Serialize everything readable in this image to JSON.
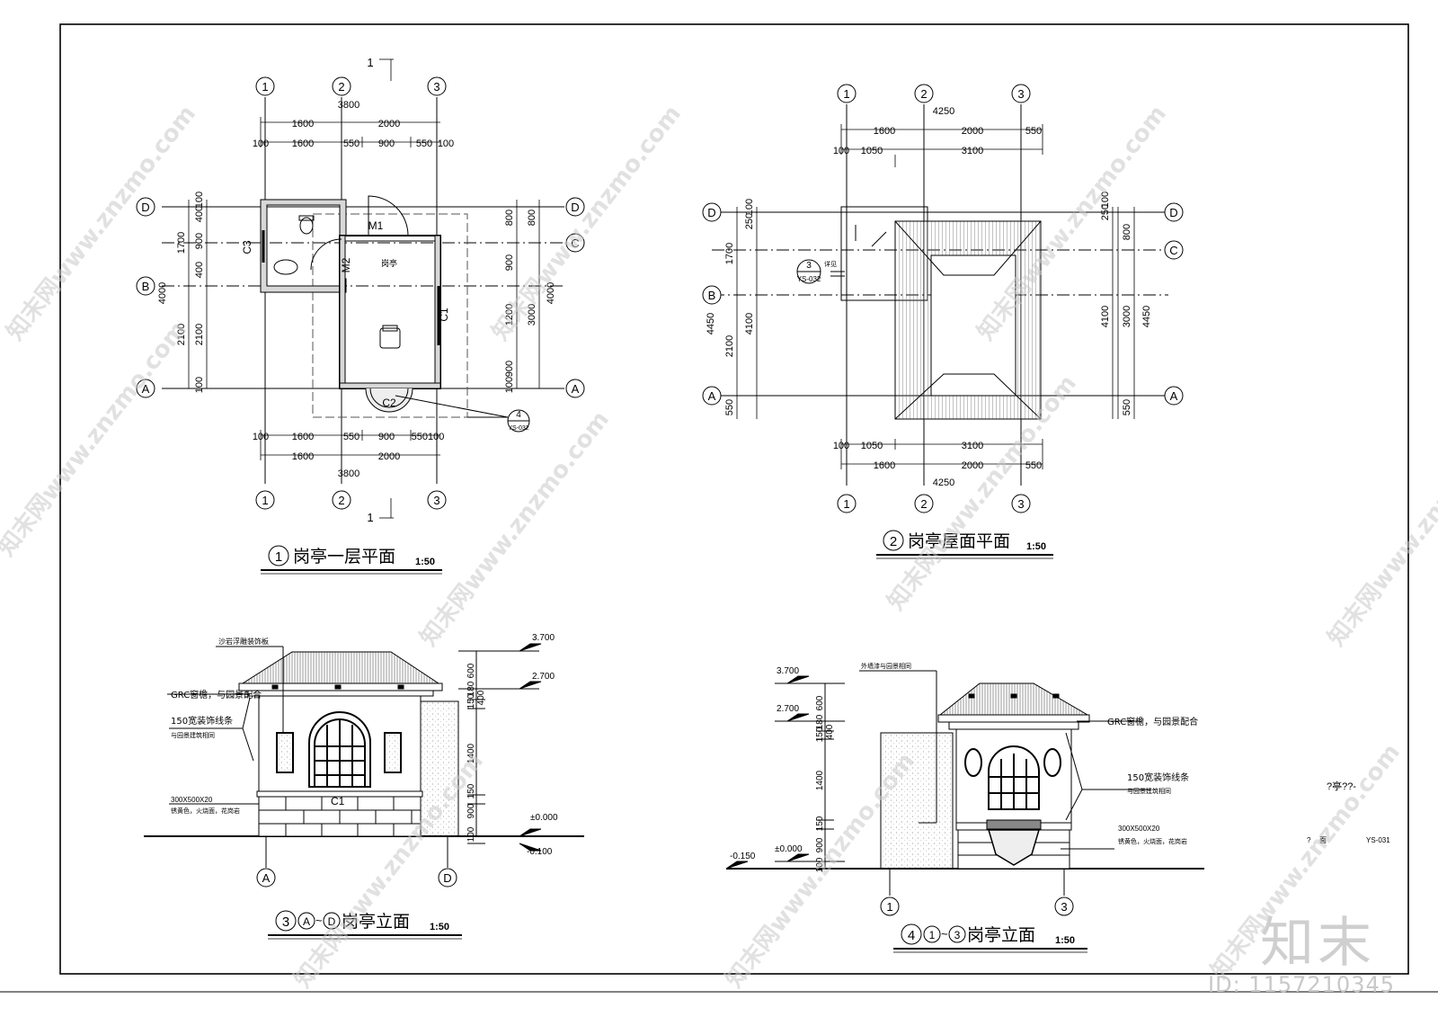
{
  "drawing": {
    "plan1": {
      "title": "岗亭一层平面",
      "num": "1",
      "scale": "1:50",
      "section_mark": "1",
      "axes_h": [
        "1",
        "2",
        "3"
      ],
      "axes_v": [
        "D",
        "C",
        "B",
        "A"
      ],
      "dims_top_total": "3800",
      "dims_top_row1": [
        "1600",
        "2000"
      ],
      "dims_top_row2": [
        "100",
        "1600",
        "550",
        "900",
        "550",
        "100"
      ],
      "dims_bot_row1": [
        "100",
        "1600",
        "550",
        "900",
        "550100"
      ],
      "dims_bot_row2": [
        "1600",
        "2000"
      ],
      "dims_bot_total": "3800",
      "dims_left": [
        "100",
        "400",
        "900",
        "400",
        "1700",
        "2100",
        "2100",
        "100",
        "4000"
      ],
      "dims_right": [
        "800",
        "800",
        "900",
        "1200",
        "3000",
        "4000",
        "900",
        "100"
      ],
      "labels": [
        "M1",
        "M2",
        "C3",
        "C1",
        "C2",
        "岗亭"
      ],
      "detail": {
        "num": "4",
        "sheet": "YS-032"
      }
    },
    "plan2": {
      "title": "岗亭屋面平面",
      "num": "2",
      "scale": "1:50",
      "axes_h": [
        "1",
        "2",
        "3"
      ],
      "axes_v": [
        "D",
        "C",
        "B",
        "A"
      ],
      "dims_top_total": "4250",
      "dims_top_row1": [
        "1600",
        "2000",
        "550"
      ],
      "dims_top_row2": [
        "100",
        "1050",
        "3100"
      ],
      "dims_bot_row1": [
        "100",
        "1050",
        "3100"
      ],
      "dims_bot_row2": [
        "1600",
        "2000",
        "550"
      ],
      "dims_bot_total": "4250",
      "dims_left": [
        "100",
        "250",
        "1700",
        "4450",
        "4100",
        "2100",
        "550"
      ],
      "dims_right": [
        "250",
        "100",
        "800",
        "4100",
        "3000",
        "4450",
        "550"
      ],
      "detail": {
        "num": "3",
        "sheet": "YS-032",
        "note": "详见"
      }
    },
    "elev3": {
      "title": "岗亭立面",
      "num": "3",
      "from": "A",
      "to": "D",
      "scale": "1:50",
      "levels": [
        "3.700",
        "2.700",
        "±0.000",
        "-0.100"
      ],
      "dims": [
        "600",
        "180",
        "150",
        "400",
        "1400",
        "150",
        "900",
        "100"
      ],
      "notes": [
        "沙岩浮雕装饰板",
        "GRC窗檐，与园景配合",
        "150宽装饰线条",
        "与园景建筑相同",
        "300X500X20",
        "锈黄色，火烧面，花岗岩"
      ],
      "window": "C1",
      "axes": [
        "A",
        "D"
      ]
    },
    "elev4": {
      "title": "岗亭立面",
      "num": "4",
      "from": "1",
      "to": "3",
      "scale": "1:50",
      "levels": [
        "3.700",
        "2.700",
        "±0.000",
        "-0.150"
      ],
      "dims": [
        "600",
        "180",
        "150",
        "400",
        "1400",
        "150",
        "900",
        "100"
      ],
      "notes": [
        "外墙漆与园景相同",
        "GRC窗檐，与园景配合",
        "150宽装饰线条",
        "与园景建筑相同",
        "300X500X20",
        "锈黄色，火烧面，花岗岩"
      ],
      "axes": [
        "1",
        "3"
      ]
    },
    "titleblock": {
      "line1": "?亭??-",
      "line2a": "?",
      "line2b": "面",
      "sheet": "YS-031"
    }
  },
  "watermark": {
    "text": "知末网www.znzmo.com",
    "logo": "知末",
    "id": "ID: 1157210345"
  }
}
